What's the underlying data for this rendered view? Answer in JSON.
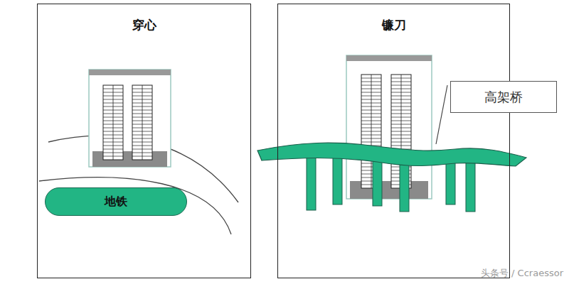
{
  "diagram": {
    "nodes": [
      {
        "text": [
          "穿心"
        ]
      },
      {
        "text": [
          "镰刀"
        ]
      },
      {
        "text": [
          "地铁"
        ],
        "in": 0
      },
      {
        "text": [
          "高架桥"
        ],
        "in": 1
      }
    ],
    "labels": [
      "头条号 / Ccraessor"
    ]
  }
}
